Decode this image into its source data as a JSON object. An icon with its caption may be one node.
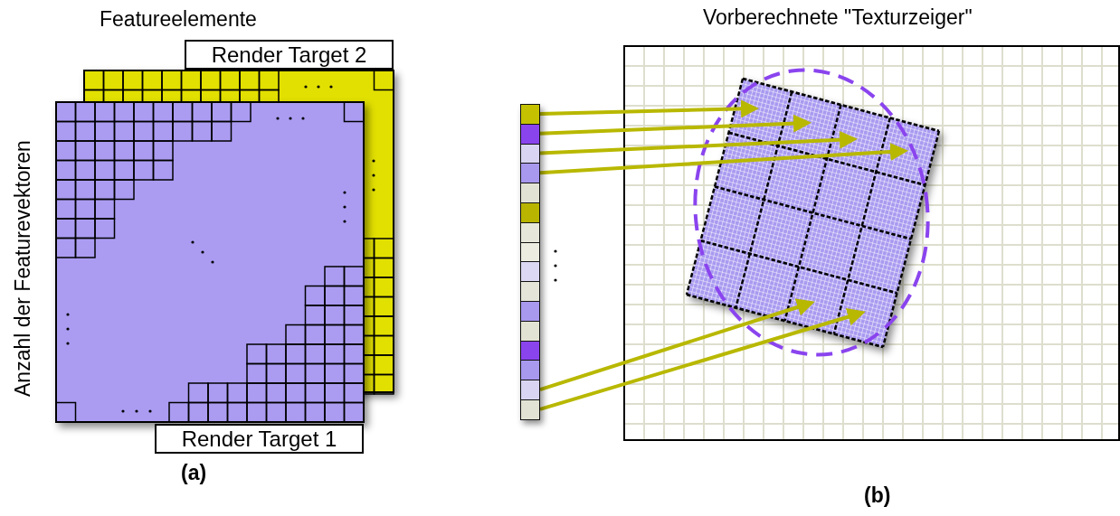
{
  "diagram": {
    "nodes": [
      {
        "text": [
          "Render Target 2"
        ]
      },
      {
        "text": [
          "Render Target 1"
        ]
      },
      {
        "text": [],
        "shape": "box"
      },
      {
        "text": [],
        "shape": "box"
      },
      {
        "text": [],
        "shape": "box"
      },
      {
        "text": [],
        "shape": "box"
      },
      {
        "text": [],
        "shape": "box"
      },
      {
        "text": [],
        "shape": "box"
      },
      {
        "text": [],
        "shape": "box"
      },
      {
        "text": [],
        "shape": "box"
      },
      {
        "text": [],
        "shape": "box"
      },
      {
        "text": [],
        "shape": "box"
      },
      {
        "text": [],
        "shape": "box"
      },
      {
        "text": [],
        "shape": "box"
      },
      {
        "text": [],
        "shape": "box"
      },
      {
        "text": [],
        "shape": "box"
      },
      {
        "text": [],
        "shape": "box"
      },
      {
        "text": [],
        "shape": "box"
      }
    ],
    "edges": [
      {
        "from": 2,
        "to": null,
        "arrow": "to"
      },
      {
        "from": 3,
        "to": null,
        "arrow": "to"
      },
      {
        "from": 4,
        "to": null,
        "arrow": "to"
      },
      {
        "from": 5,
        "to": null,
        "arrow": "to"
      },
      {
        "from": 16,
        "to": null,
        "arrow": "to"
      },
      {
        "from": 17,
        "to": null,
        "arrow": "to"
      }
    ],
    "labels": [
      "Featureelemente",
      "Vorberechnete \"Texturzeiger\"",
      "Anzahl der Featurevektoren",
      "(a)",
      "(b)"
    ]
  }
}
